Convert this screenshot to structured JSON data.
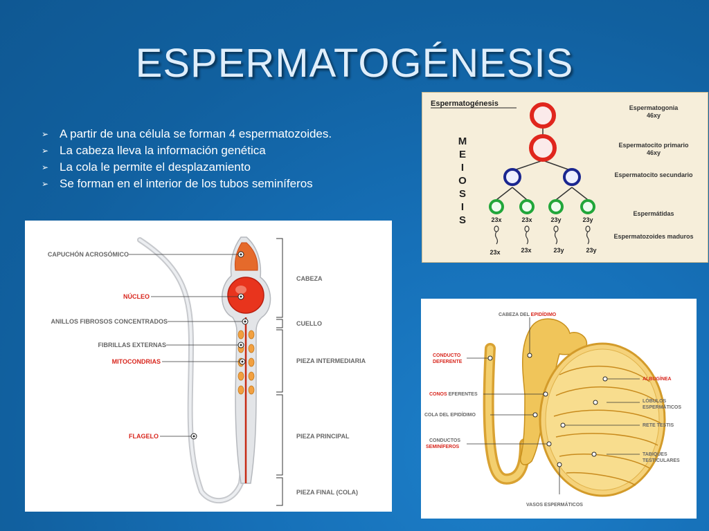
{
  "slide": {
    "title": "ESPERMATOGÉNESIS",
    "bullets": [
      "A partir de una célula se forman 4 espermatozoides.",
      "La cabeza lleva la información genética",
      "La cola le permite el desplazamiento",
      "Se forman en el interior de los tubos seminíferos"
    ]
  },
  "meiosis_diagram": {
    "title": "Espermatogénesis",
    "side_letters": [
      "M",
      "E",
      "I",
      "O",
      "S",
      "I",
      "S"
    ],
    "labels": {
      "spermatogonia": "Espermatogonia",
      "spermatogonia_chr": "46xy",
      "primary": "Espermatocito primario",
      "primary_chr": "46xy",
      "secondary": "Espermatocito secundario",
      "spermatids": "Espermátidas",
      "mature": "Espermatozoides maduros"
    },
    "spermatid_chr": [
      "23x",
      "23x",
      "23y",
      "23y"
    ],
    "sperm_chr": [
      "23x",
      "23x",
      "23y",
      "23y"
    ],
    "colors": {
      "red": "#e0261d",
      "blue": "#1a2690",
      "green": "#21a63a"
    }
  },
  "sperm_diagram": {
    "left_labels": {
      "acrosome": "CAPUCHÓN ACROSÓMICO",
      "nucleus": "NÚCLEO",
      "rings": "ANILLOS FIBROSOS CONCENTRADOS",
      "fibrils": "FIBRILLAS EXTERNAS",
      "mitochondria": "MITOCONDRIAS",
      "flagellum": "FLAGELO"
    },
    "right_labels": {
      "head": "CABEZA",
      "neck": "CUELLO",
      "midpiece": "PIEZA INTERMEDIARIA",
      "principal": "PIEZA PRINCIPAL",
      "end": "PIEZA FINAL (COLA)"
    },
    "colors": {
      "highlight_red": "#d8261d",
      "gray_text": "#666666"
    }
  },
  "testis_diagram": {
    "labels": {
      "epididymis_head_a": "CABEZA DEL ",
      "epididymis_head_b": "EPIDÍDIMO",
      "vas_a": "CONDUCTO",
      "vas_b": "DEFERENTE",
      "cones_a": "CONOS",
      "cones_b": " EFERENTES",
      "epididymis_tail": "COLA DEL EPIDÍDIMO",
      "ducts_a": "CONDUCTOS",
      "ducts_b": "SEMINÍFEROS",
      "albuginea": "ALBUGÍNEA",
      "lobules_a": "LÓBULOS",
      "lobules_b": "ESPERMÁTICOS",
      "rete": "RETE TESTIS",
      "septa_a": "TABIQUES",
      "septa_b": "TESTICULARES",
      "vessels": "VASOS ESPERMÁTICOS"
    }
  }
}
